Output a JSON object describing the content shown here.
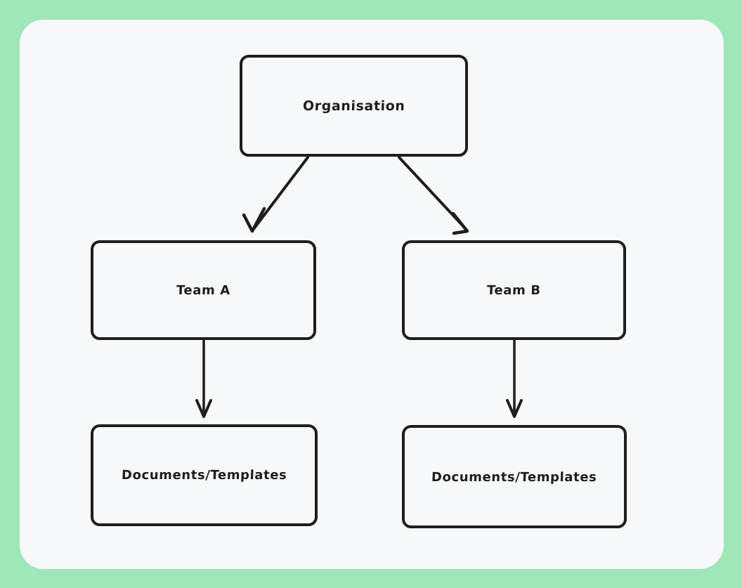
{
  "canvas": {
    "background_color": "#9fe6b8",
    "card_color": "#f7f8fa",
    "stroke_color": "#1e1e1e"
  },
  "diagram": {
    "type": "flowchart",
    "nodes": [
      {
        "id": "organisation",
        "label": "Organisation"
      },
      {
        "id": "team-a",
        "label": "Team A"
      },
      {
        "id": "team-b",
        "label": "Team B"
      },
      {
        "id": "docs-a",
        "label": "Documents/Templates"
      },
      {
        "id": "docs-b",
        "label": "Documents/Templates"
      }
    ],
    "edges": [
      {
        "from": "organisation",
        "to": "team-a",
        "style": "arrow"
      },
      {
        "from": "organisation",
        "to": "team-b",
        "style": "arrow"
      },
      {
        "from": "team-a",
        "to": "docs-a",
        "style": "arrow"
      },
      {
        "from": "team-b",
        "to": "docs-b",
        "style": "arrow"
      }
    ]
  }
}
